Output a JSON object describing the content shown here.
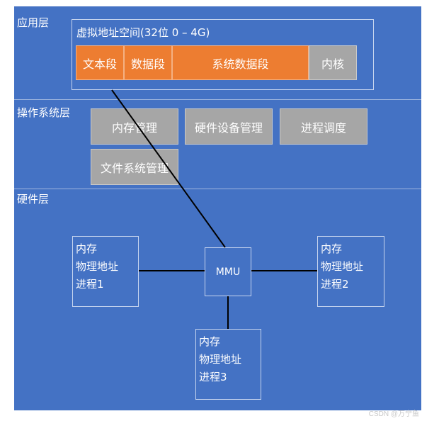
{
  "layers": {
    "app": "应用层",
    "os": "操作系统层",
    "hw": "硬件层"
  },
  "virtual_space": {
    "title": "虚拟地址空间(32位 0 – 4G)",
    "segments": [
      "文本段",
      "数据段",
      "系统数据段",
      "内核"
    ]
  },
  "os_modules": [
    "内存管理",
    "硬件设备管理",
    "进程调度",
    "文件系统管理"
  ],
  "mmu": "MMU",
  "memory_boxes": [
    {
      "line1": "内存",
      "line2": "物理地址",
      "line3": "进程1"
    },
    {
      "line1": "内存",
      "line2": "物理地址",
      "line3": "进程2"
    },
    {
      "line1": "内存",
      "line2": "物理地址",
      "line3": "进程3"
    }
  ],
  "watermark": "CSDN @万宁鱼",
  "colors": {
    "background": "#4472c4",
    "segment_orange": "#ed7d31",
    "module_grey": "#a6a6a6"
  }
}
